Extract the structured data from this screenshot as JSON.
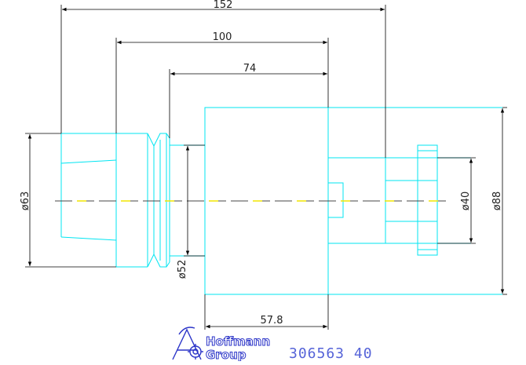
{
  "dimensions": {
    "d152": "152",
    "d100": "100",
    "d74": "74",
    "d57_8": "57.8",
    "dia63": "ø63",
    "dia52": "ø52",
    "dia40": "ø40",
    "dia88": "ø88"
  },
  "logo": {
    "line1": "Hoffmann",
    "line2": "Group"
  },
  "part_number": "306563 40",
  "colors": {
    "outline": "#00e5f2",
    "centerline_dash": "#f2e600",
    "dimension": "#000000",
    "logo": "#2b34c8",
    "part_number": "#5563d8"
  }
}
